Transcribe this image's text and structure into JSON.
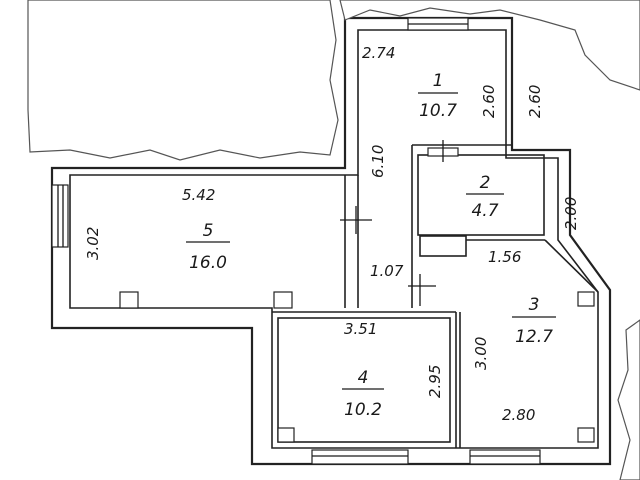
{
  "rooms": [
    {
      "number": "1",
      "area": "10.7"
    },
    {
      "number": "2",
      "area": "4.7"
    },
    {
      "number": "3",
      "area": "12.7"
    },
    {
      "number": "4",
      "area": "10.2"
    },
    {
      "number": "5",
      "area": "16.0"
    }
  ],
  "dimensions": {
    "room1_width": "2.74",
    "room1_inner_depth": "2.60",
    "room1_outer_depth": "2.60",
    "corridor_length": "6.10",
    "room5_width": "5.42",
    "room5_depth": "3.02",
    "room2_depth": "2.00",
    "room3_top": "1.56",
    "corridor_width": "1.07",
    "room4_width": "3.51",
    "room4_depth": "2.95",
    "room3_depth": "3.00",
    "room3_bottom": "2.80"
  }
}
